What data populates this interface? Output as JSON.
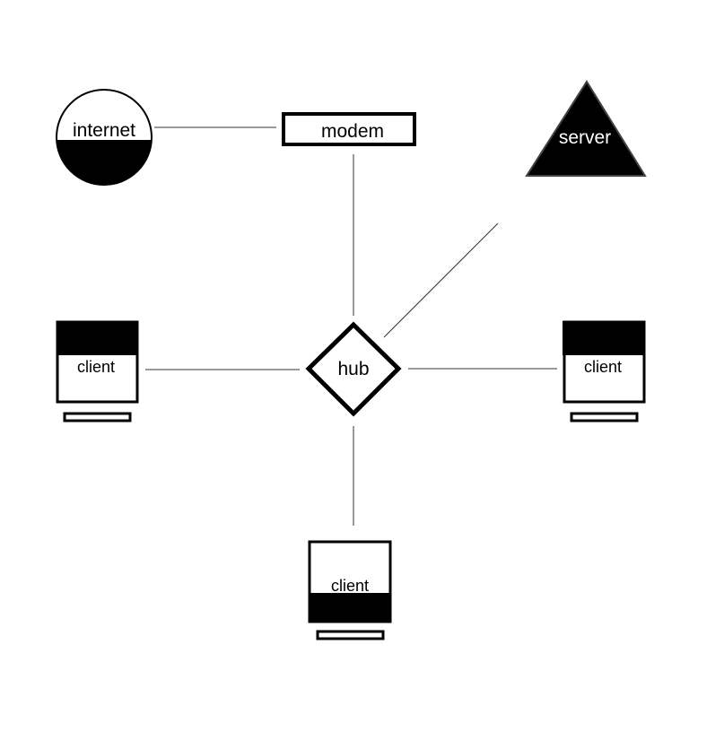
{
  "nodes": {
    "internet": {
      "label": "internet"
    },
    "modem": {
      "label": "modem"
    },
    "server": {
      "label": "server"
    },
    "hub": {
      "label": "hub"
    },
    "client_left": {
      "label": "client"
    },
    "client_right": {
      "label": "client"
    },
    "client_bottom": {
      "label": "client"
    }
  },
  "connections": [
    {
      "from": "internet",
      "to": "modem"
    },
    {
      "from": "modem",
      "to": "hub"
    },
    {
      "from": "server",
      "to": "hub"
    },
    {
      "from": "client_left",
      "to": "hub"
    },
    {
      "from": "client_right",
      "to": "hub"
    },
    {
      "from": "client_bottom",
      "to": "hub"
    }
  ],
  "colors": {
    "stroke": "#000000",
    "fill_dark": "#000000",
    "background": "#ffffff",
    "link": "#333333"
  }
}
